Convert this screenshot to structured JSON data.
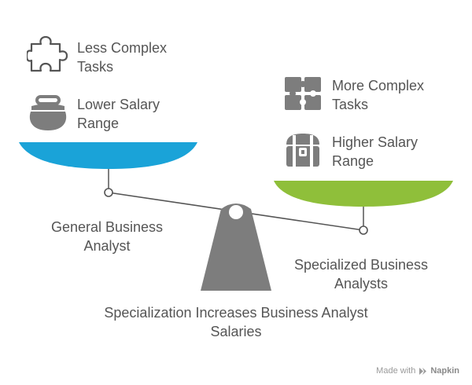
{
  "left": {
    "item1": [
      "Less Complex",
      "Tasks"
    ],
    "item2": [
      "Lower Salary",
      "Range"
    ],
    "label": [
      "General Business",
      "Analyst"
    ],
    "pan_color": "#1aa3d8",
    "icons": {
      "item1": "puzzle-piece-outline-icon",
      "item2": "coin-purse-icon"
    }
  },
  "right": {
    "item1": [
      "More Complex",
      "Tasks"
    ],
    "item2": [
      "Higher Salary",
      "Range"
    ],
    "label": [
      "Specialized Business",
      "Analysts"
    ],
    "pan_color": "#8fbf3a",
    "icons": {
      "item1": "puzzle-grid-icon",
      "item2": "treasure-chest-icon"
    }
  },
  "title": [
    "Specialization Increases Business Analyst",
    "Salaries"
  ],
  "footer": {
    "prefix": "Made with",
    "brand": "Napkin"
  },
  "colors": {
    "fulcrum": "#7d7d7d",
    "beam": "#555555",
    "text": "#555555"
  }
}
